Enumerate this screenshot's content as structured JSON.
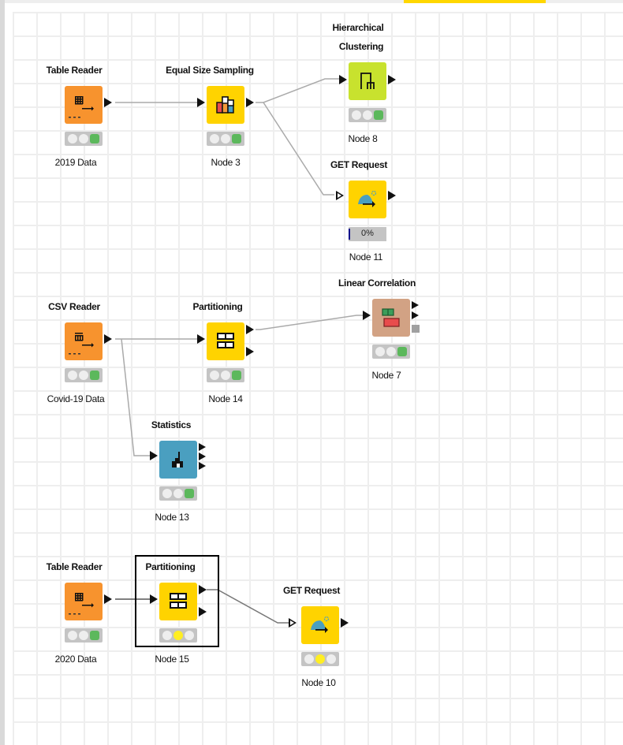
{
  "workflow": {
    "nodes": [
      {
        "id": "table-reader-2019",
        "title": "Table Reader",
        "label": "2019 Data",
        "color": "#f7932e",
        "icon": "table-reader-icon",
        "status": "executed"
      },
      {
        "id": "equal-size-sampling",
        "title": "Equal Size Sampling",
        "label": "Node 3",
        "color": "#ffd300",
        "icon": "bar-chart-icon",
        "status": "executed"
      },
      {
        "id": "hierarchical-clustering",
        "title_line1": "Hierarchical",
        "title_line2": "Clustering",
        "label": "Node 8",
        "color": "#c8e22e",
        "icon": "dendrogram-icon",
        "status": "executed"
      },
      {
        "id": "get-request-11",
        "title": "GET Request",
        "label": "Node 11",
        "color": "#ffd300",
        "icon": "web-request-icon",
        "status": "running",
        "progress": "0%"
      },
      {
        "id": "csv-reader",
        "title": "CSV Reader",
        "label": "Covid-19 Data",
        "color": "#f7932e",
        "icon": "csv-reader-icon",
        "status": "executed"
      },
      {
        "id": "partitioning-14",
        "title": "Partitioning",
        "label": "Node 14",
        "color": "#ffd300",
        "icon": "partition-icon",
        "status": "executed"
      },
      {
        "id": "linear-correlation",
        "title": "Linear Correlation",
        "label": "Node 7",
        "color": "#d2a284",
        "icon": "correlation-icon",
        "status": "executed"
      },
      {
        "id": "statistics",
        "title": "Statistics",
        "label": "Node 13",
        "color": "#4a9fc0",
        "icon": "statistics-icon",
        "status": "executed"
      },
      {
        "id": "table-reader-2020",
        "title": "Table Reader",
        "label": "2020 Data",
        "color": "#f7932e",
        "icon": "table-reader-icon",
        "status": "executed"
      },
      {
        "id": "partitioning-15",
        "title": "Partitioning",
        "label": "Node 15",
        "color": "#ffd300",
        "icon": "partition-icon",
        "status": "configured",
        "selected": true
      },
      {
        "id": "get-request-10",
        "title": "GET Request",
        "label": "Node 10",
        "color": "#ffd300",
        "icon": "web-request-icon",
        "status": "configured"
      }
    ],
    "colors": {
      "executed": "#5cb85c",
      "configured": "#ffee22",
      "idle": "#eeeeee",
      "grid": "#eeeeee",
      "accent": "#ffd700"
    }
  }
}
